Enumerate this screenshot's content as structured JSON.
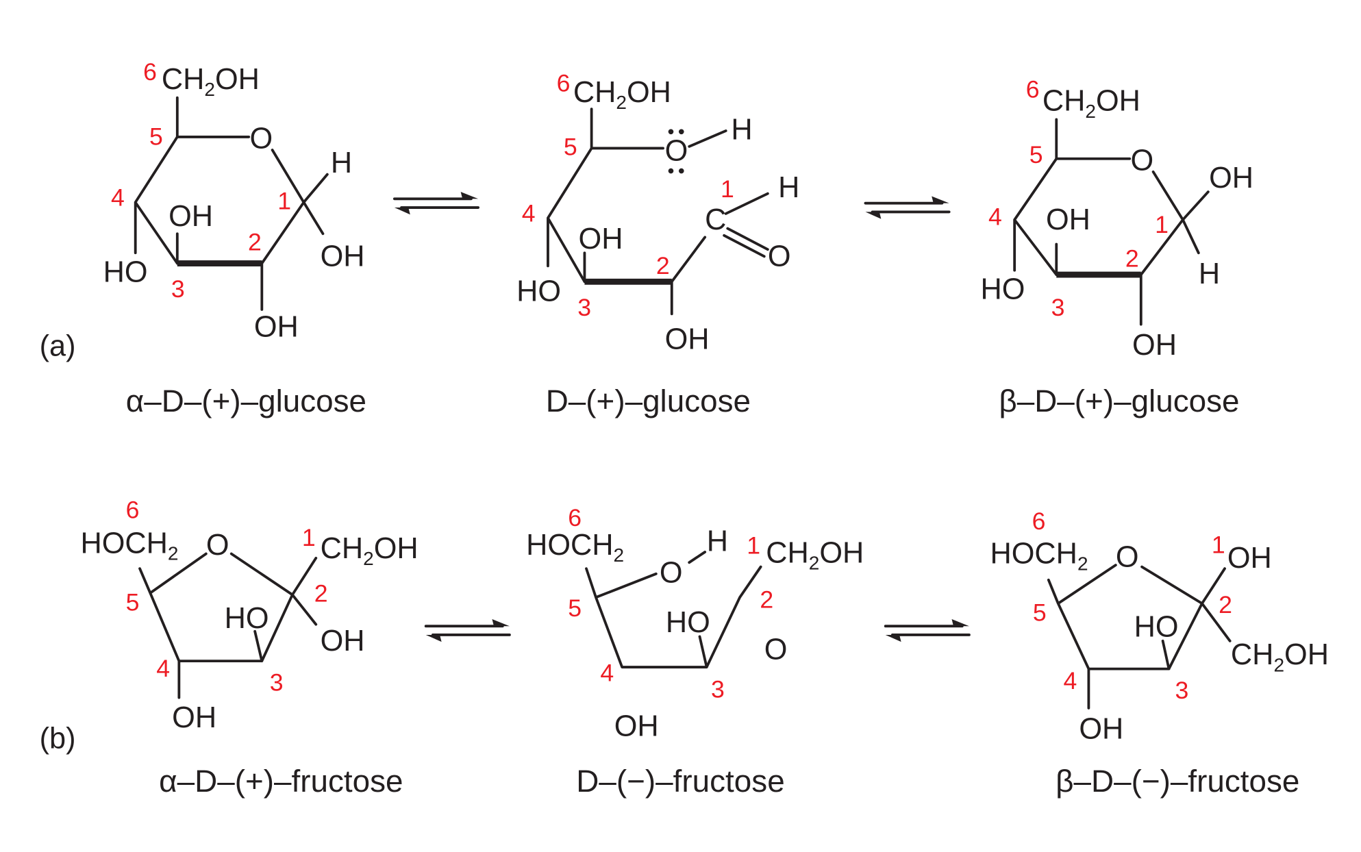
{
  "panels": {
    "a": "(a)",
    "b": "(b)"
  },
  "formula": {
    "ch2oh": [
      "CH",
      "2",
      "OH"
    ],
    "hoch2": [
      "HOCH",
      "2"
    ],
    "oh": "OH",
    "ho": "HO",
    "h": "H",
    "o": "O",
    "c": "C"
  },
  "carbon_numbers": [
    "1",
    "2",
    "3",
    "4",
    "5",
    "6"
  ],
  "names": {
    "alpha_glucose": "α–D–(+)–glucose",
    "open_glucose": "D–(+)–glucose",
    "beta_glucose": "β–D–(+)–glucose",
    "alpha_fructose": "α–D–(+)–fructose",
    "open_fructose": "D–(−)–fructose",
    "beta_fructose": "β–D–(−)–fructose"
  },
  "colors": {
    "numbers": "#ed1c24",
    "structure": "#231f20"
  }
}
